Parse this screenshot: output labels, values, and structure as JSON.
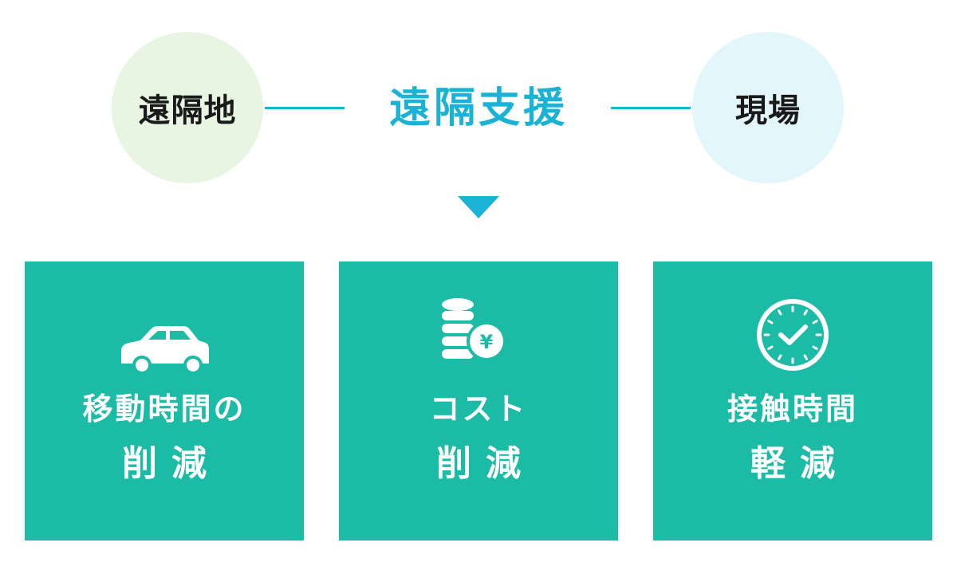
{
  "top": {
    "left_circle": "遠隔地",
    "center_title": "遠隔支援",
    "right_circle": "現場"
  },
  "cards": [
    {
      "icon": "car-icon",
      "line1": "移動時間の",
      "line2": "削減"
    },
    {
      "icon": "coins-yen-icon",
      "line1": "コスト",
      "line2": "削減",
      "icon_text": "¥"
    },
    {
      "icon": "clock-icon",
      "line1": "接触時間",
      "line2": "軽減"
    }
  ],
  "colors": {
    "accent": "#1ab2d5",
    "card": "#1bbba5",
    "left_circle_bg": "#e8f5e2",
    "right_circle_bg": "#e3f6fb"
  }
}
